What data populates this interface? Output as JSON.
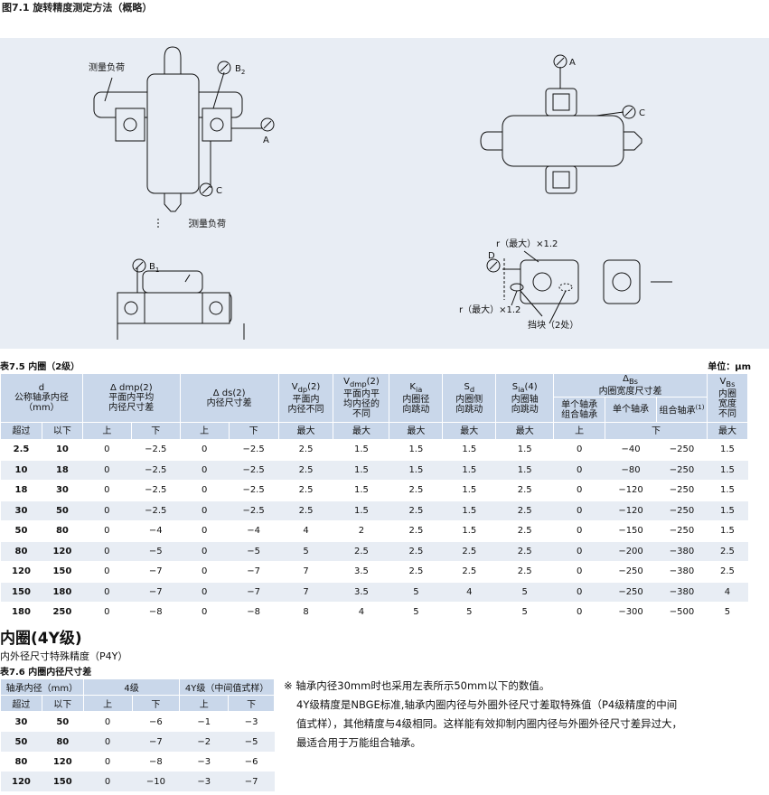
{
  "figure": {
    "title": "图7.1 旋转精度测定方法（概略）",
    "labels": {
      "load_left": "测量负荷",
      "load_bottom": "测量负荷",
      "B2": "B",
      "B2_sub": "2",
      "A_left": "A",
      "C_left": "C",
      "B1": "B",
      "B1_sub": "1",
      "A_right": "A",
      "C_right": "C",
      "D": "D",
      "r_top": "r（最大）×1.2",
      "r_bottom": "r（最大）×1.2",
      "stopper": "挡块（2处）"
    }
  },
  "table75": {
    "title": "表7.5 内圈（2级）",
    "unit": "单位：μm",
    "headers": {
      "d": "d",
      "d_sub1": "公称轴承内径",
      "d_sub2": "（mm）",
      "dmp_sym": "Δ",
      "dmp_main": "dmp",
      "dmp_note": "(2)",
      "dmp_l1": "平面内平均",
      "dmp_l2": "内径尺寸差",
      "ds_sym": "Δ",
      "ds_main": "ds",
      "ds_note": "(2)",
      "ds_l1": "内径尺寸差",
      "vdp_main": "V",
      "vdp_sub": "dp",
      "vdp_note": "(2)",
      "vdp_l1": "平面内",
      "vdp_l2": "内径不同",
      "vdmp_main": "V",
      "vdmp_sub": "dmp",
      "vdmp_note": "(2)",
      "vdmp_l1": "平面内平",
      "vdmp_l2": "均内径的",
      "vdmp_l3": "不同",
      "kia_main": "K",
      "kia_sub": "ia",
      "kia_l1": "内圈径",
      "kia_l2": "向跳动",
      "sd_main": "S",
      "sd_sub": "d",
      "sd_l1": "内圈侧",
      "sd_l2": "向跳动",
      "sia_main": "S",
      "sia_sub": "ia",
      "sia_note": "(4)",
      "sia_l1": "内圈轴",
      "sia_l2": "向跳动",
      "bs_sym": "Δ",
      "bs_sub": "Bs",
      "bs_l1": "内圈宽度尺寸差",
      "bs_c1a": "单个轴承",
      "bs_c1b": "组合轴承",
      "bs_c2": "单个轴承",
      "bs_c3": "组合轴承",
      "bs_c3_note": "(1)",
      "vbs_main": "V",
      "vbs_sub": "Bs",
      "vbs_l1": "内圈",
      "vbs_l2": "宽度",
      "vbs_l3": "不同",
      "over": "超过",
      "incl": "以下",
      "upper": "上",
      "lower": "下",
      "max": "最大"
    },
    "rows": [
      [
        "2.5",
        "10",
        "0",
        "−2.5",
        "0",
        "−2.5",
        "2.5",
        "1.5",
        "1.5",
        "1.5",
        "1.5",
        "0",
        "−40",
        "−250",
        "1.5"
      ],
      [
        "10",
        "18",
        "0",
        "−2.5",
        "0",
        "−2.5",
        "2.5",
        "1.5",
        "1.5",
        "1.5",
        "1.5",
        "0",
        "−80",
        "−250",
        "1.5"
      ],
      [
        "18",
        "30",
        "0",
        "−2.5",
        "0",
        "−2.5",
        "2.5",
        "1.5",
        "2.5",
        "1.5",
        "2.5",
        "0",
        "−120",
        "−250",
        "1.5"
      ],
      [
        "30",
        "50",
        "0",
        "−2.5",
        "0",
        "−2.5",
        "2.5",
        "1.5",
        "2.5",
        "1.5",
        "2.5",
        "0",
        "−120",
        "−250",
        "1.5"
      ],
      [
        "50",
        "80",
        "0",
        "−4",
        "0",
        "−4",
        "4",
        "2",
        "2.5",
        "1.5",
        "2.5",
        "0",
        "−150",
        "−250",
        "1.5"
      ],
      [
        "80",
        "120",
        "0",
        "−5",
        "0",
        "−5",
        "5",
        "2.5",
        "2.5",
        "2.5",
        "2.5",
        "0",
        "−200",
        "−380",
        "2.5"
      ],
      [
        "120",
        "150",
        "0",
        "−7",
        "0",
        "−7",
        "7",
        "3.5",
        "2.5",
        "2.5",
        "2.5",
        "0",
        "−250",
        "−380",
        "2.5"
      ],
      [
        "150",
        "180",
        "0",
        "−7",
        "0",
        "−7",
        "7",
        "3.5",
        "5",
        "4",
        "5",
        "0",
        "−250",
        "−380",
        "4"
      ],
      [
        "180",
        "250",
        "0",
        "−8",
        "0",
        "−8",
        "8",
        "4",
        "5",
        "5",
        "5",
        "0",
        "−300",
        "−500",
        "5"
      ]
    ]
  },
  "section": {
    "title": "内圈(4Y级)",
    "subtitle": "内外径尺寸特殊精度（P4Y）",
    "table_title": "表7.6 内圈内径尺寸差"
  },
  "table76": {
    "headers": {
      "bore": "轴承内径（mm）",
      "grade4": "4级",
      "grade4y": "4Y级（中间值式样）",
      "over": "超过",
      "incl": "以下",
      "upper": "上",
      "lower": "下"
    },
    "rows": [
      [
        "30",
        "50",
        "0",
        "−6",
        "−1",
        "−3"
      ],
      [
        "50",
        "80",
        "0",
        "−7",
        "−2",
        "−5"
      ],
      [
        "80",
        "120",
        "0",
        "−8",
        "−3",
        "−6"
      ],
      [
        "120",
        "150",
        "0",
        "−10",
        "−3",
        "−7"
      ]
    ]
  },
  "note": {
    "line1": "※ 轴承内径30mm时也采用左表所示50mm以下的数值。",
    "line2": "4Y级精度是NBGE标准,轴承内圈内径与外圈外径尺寸差取特殊值（P4级精度的中间",
    "line3": "值式样），其他精度与4级相同。这样能有效抑制内圈内径与外圈外径尺寸差异过大，",
    "line4": "最适合用于万能组合轴承。"
  }
}
